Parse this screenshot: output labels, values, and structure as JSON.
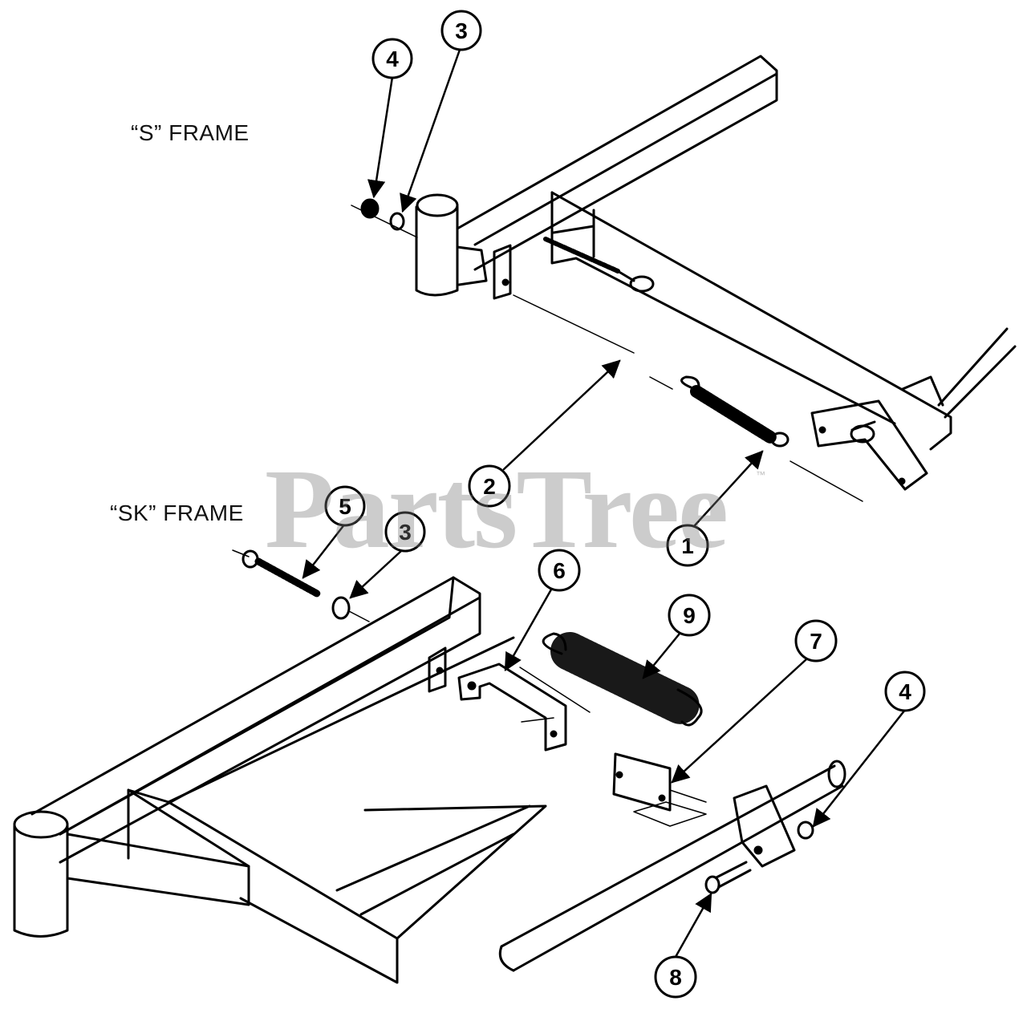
{
  "frames": {
    "s_frame": "“S” FRAME",
    "sk_frame": "“SK” FRAME"
  },
  "watermark": {
    "text": "PartsTree",
    "mark": "™"
  },
  "callouts": [
    "4",
    "3",
    "2",
    "1",
    "5",
    "3",
    "6",
    "9",
    "7",
    "4",
    "8"
  ]
}
